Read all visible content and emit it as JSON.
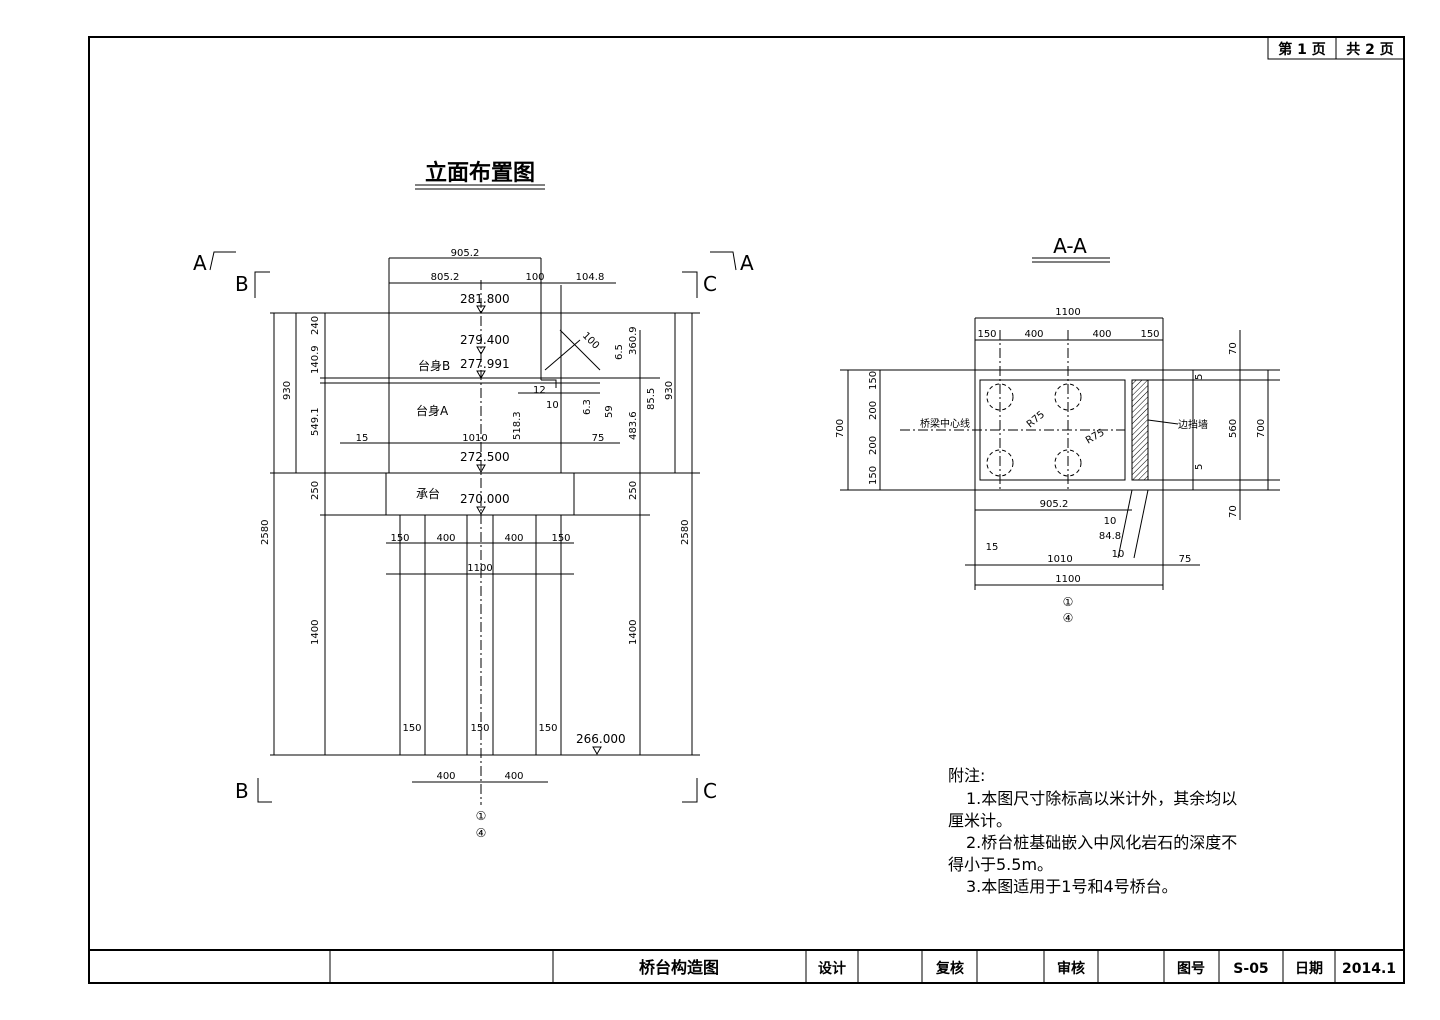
{
  "page_counter": {
    "page_label": "第 1 页",
    "total_label": "共 2 页"
  },
  "elevation_view": {
    "title": "立面布置图",
    "section_marks": {
      "a": "A",
      "b": "B",
      "c": "C"
    },
    "elevations": [
      "281.800",
      "279.400",
      "277.991",
      "272.500",
      "270.000",
      "266.000"
    ],
    "labels": {
      "body_b": "台身B",
      "body_a": "台身A",
      "cap": "承台"
    },
    "top_dims": [
      "905.2",
      "805.2",
      "100",
      "104.8"
    ],
    "left_dims": [
      "240",
      "140.9",
      "549.1",
      "930",
      "250",
      "1400",
      "2580"
    ],
    "right_dims": [
      "6.5",
      "360.9",
      "85.5",
      "483.6",
      "930",
      "250",
      "1400",
      "2580"
    ],
    "mid_dims": [
      "15",
      "1010",
      "75",
      "518.3",
      "100",
      "12",
      "6.3",
      "59",
      "10"
    ],
    "pile_dims": [
      "150",
      "400",
      "400",
      "150",
      "1100",
      "150",
      "150",
      "150",
      "400",
      "400"
    ],
    "axis_marks": [
      "①",
      "④"
    ]
  },
  "section_aa": {
    "title": "A-A",
    "labels": {
      "centerline": "桥梁中心线",
      "retaining_wall": "边挡墙"
    },
    "top_dims": [
      "1100",
      "150",
      "400",
      "400",
      "150"
    ],
    "left_dims": [
      "700",
      "150",
      "200",
      "200",
      "150"
    ],
    "right_dims": [
      "70",
      "5",
      "560",
      "700",
      "5",
      "70"
    ],
    "pile_dims": [
      "R75",
      "R75"
    ],
    "bottom_dims": [
      "905.2",
      "10",
      "84.8",
      "10",
      "15",
      "1010",
      "75",
      "1100"
    ],
    "axis_marks": [
      "①",
      "④"
    ]
  },
  "notes": {
    "heading": "附注:",
    "lines": [
      "1.本图尺寸除标高以米计外，其余均以",
      "厘米计。",
      "2.桥台桩基础嵌入中风化岩石的深度不",
      "得小于5.5m。",
      "3.本图适用于1号和4号桥台。"
    ]
  },
  "title_block": {
    "drawing_title": "桥台构造图",
    "design_label": "设计",
    "check_label": "复核",
    "review_label": "审核",
    "number_label": "图号",
    "number_value": "S-05",
    "date_label": "日期",
    "date_value": "2014.1"
  }
}
